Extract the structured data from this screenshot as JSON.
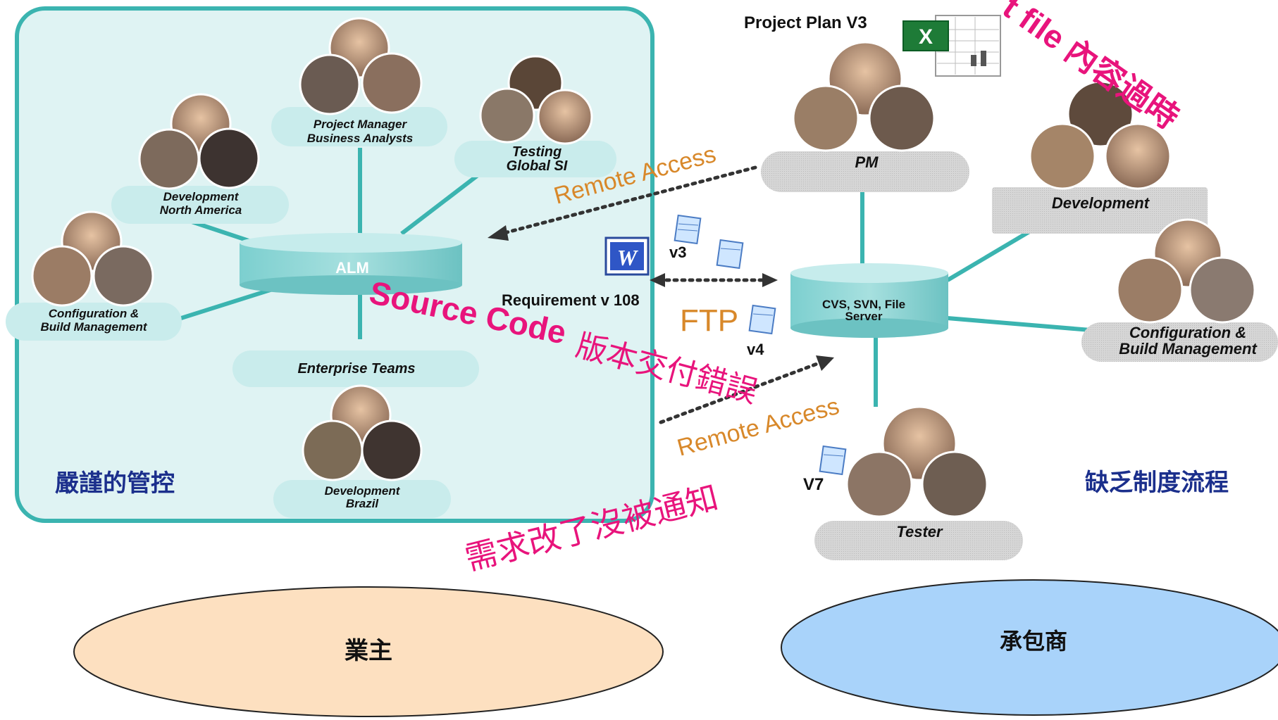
{
  "owner": {
    "nodes": {
      "pm": [
        "Project Manager",
        "Business Analysts"
      ],
      "dev_na": [
        "Development",
        "North America"
      ],
      "testing": [
        "Testing",
        "Global SI"
      ],
      "config": [
        "Configuration &",
        "Build Management"
      ],
      "enterprise": "Enterprise Teams",
      "dev_br": [
        "Development",
        "Brazil"
      ]
    },
    "hub": "ALM",
    "caption": "嚴謹的管控",
    "ellipse_label": "業主"
  },
  "contractor": {
    "plan_title": "Project Plan V3",
    "nodes": {
      "pm": "PM",
      "dev": "Development",
      "config": [
        "Configuration &",
        "Build Management"
      ],
      "tester": "Tester"
    },
    "hub": [
      "CVS, SVN, File",
      "Server"
    ],
    "caption": "缺乏制度流程",
    "ellipse_label": "承包商"
  },
  "links": {
    "remote_access_top": "Remote Access",
    "remote_access_bottom": "Remote Access",
    "requirement": "Requirement v 108",
    "ftp": "FTP",
    "v3": "v3",
    "v4": "v4",
    "v7": "V7"
  },
  "problems": {
    "source_code_en": "Source Code",
    "source_code_zh": "版本交付錯誤",
    "requirement_changed": "需求改了沒被通知",
    "file_outdated": "t file 內容過時"
  },
  "colors": {
    "panel_bg": "#dff3f3",
    "panel_border": "#3bb4b0",
    "connector": "#3bb4b0",
    "label_bg": "#c9ecec",
    "grey_label": "#cfcfcf",
    "orange": "#d8882a",
    "magenta": "#e8147c",
    "navy": "#1b2f8c",
    "owner_ellipse": "#fde0c0",
    "contractor_ellipse": "#a9d3fa"
  }
}
